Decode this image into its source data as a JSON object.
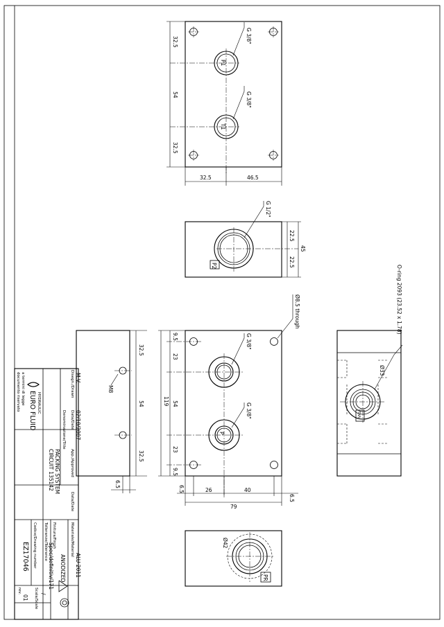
{
  "top_view": {
    "port_a_label": "P1",
    "port_b_label": "T1",
    "thread_a": "G 3/8\"",
    "thread_b": "G 3/8\"",
    "dim_top": "32.5",
    "dim_mid": "54",
    "dim_bottom": "32.5",
    "dim_left": "32.5",
    "dim_right": "46.5"
  },
  "side_view": {
    "thread": "G 1/2\"",
    "port_label": "P2",
    "dim_a": "22.5",
    "dim_b": "22.5",
    "dim_total": "45"
  },
  "front_view": {
    "through_note": "Ø8.5 through",
    "thread_a": "G 3/8\"",
    "thread_b": "G 3/8\"",
    "port_label": "P",
    "dims_right": [
      "9.5",
      "23",
      "54",
      "23",
      "9.5"
    ],
    "dim_total": "119",
    "dims_bottom": [
      "6.5",
      "26",
      "40",
      "6.5"
    ],
    "dim_width": "79"
  },
  "left_view": {
    "thread": "M8",
    "dims": [
      "32.5",
      "54",
      "32.5"
    ],
    "dim_offset": "6.5"
  },
  "right_view": {
    "oring": "O-ring 2093 (23.52 x 1.78)",
    "diameter": "Ø33",
    "port_label": "SVt"
  },
  "bottom_view": {
    "diameter": "Ø42",
    "port_label": "PR"
  },
  "title_block": {
    "notice_line1": "documento riservato",
    "notice_line2": "a termini di legge",
    "logo_text": "EURO FLUID",
    "logo_tagline": "HYDRAULIC",
    "drawn_label": "Disegn./Drawn",
    "drawn_value": "M.V.",
    "date_label": "Data/Date",
    "date_value": "02/10/2007",
    "approved_label": "App./Approved",
    "date2_label": "Data/Date",
    "name_label": "Denominazione/Title",
    "title_line1": "PACKING SYSTEM",
    "title_line2": "CIRCUIT 135142",
    "material_label": "Materiale/Material",
    "material_value": "ALU 2011",
    "finish_label": "Finitura/Finish",
    "finish_value": "ANODIZED",
    "tolerance_label": "Tolleranze/Tolerance",
    "tolerance_value": "Spec/definitiv/171",
    "code_label": "Codice/Drawing number",
    "code_value": "EZ17046",
    "scale_label": "Scala/Scale",
    "scale_value": "/",
    "rev_label": "rev.",
    "rev_value": "01"
  }
}
